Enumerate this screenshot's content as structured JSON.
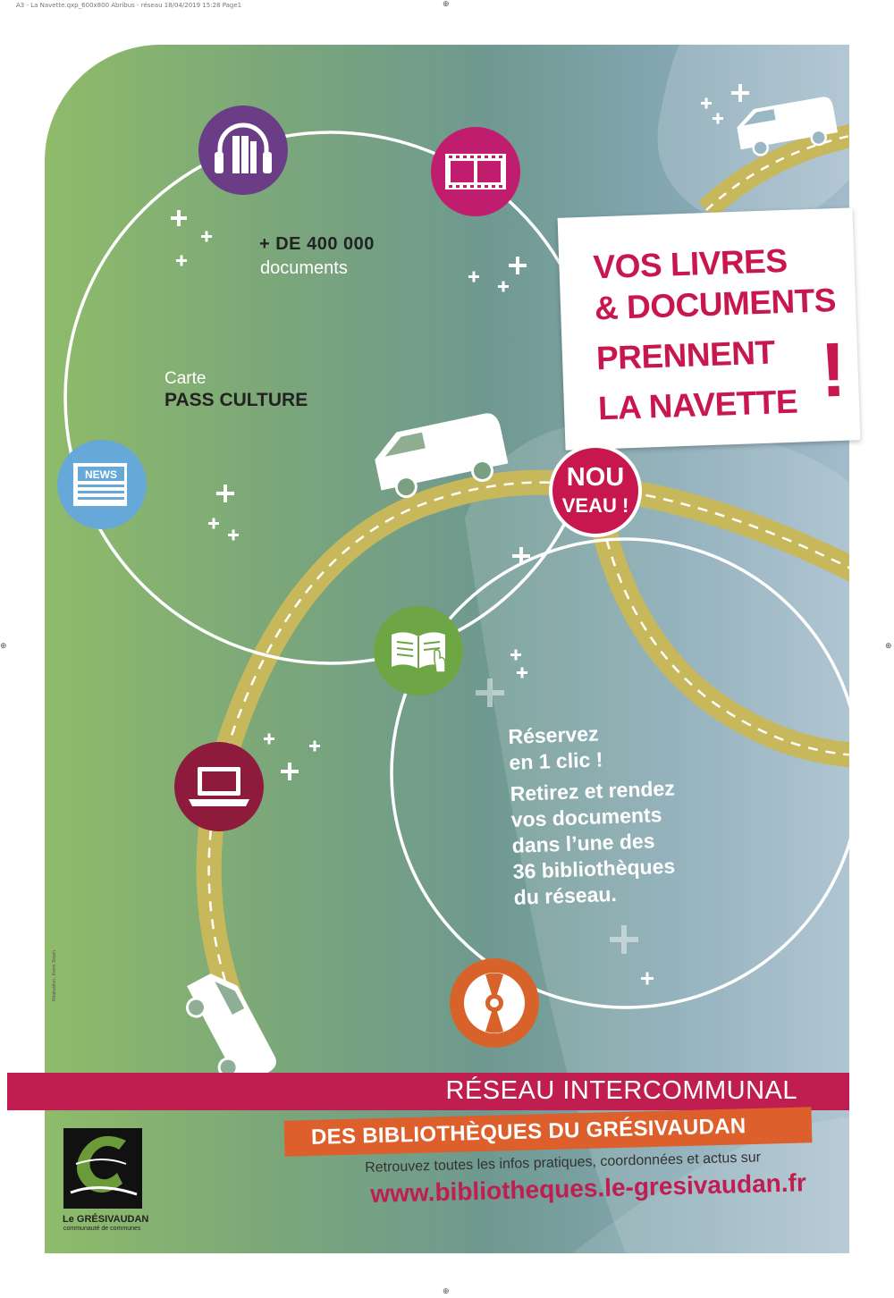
{
  "slug": "A3 - La Navette.qxp_600x800 Abribus - réseau 18/04/2019 15:28 Page1",
  "stat": {
    "number": "+ DE 400 000",
    "label": "documents"
  },
  "card": {
    "label": "Carte",
    "name": "PASS CULTURE"
  },
  "headline": {
    "lines": [
      "VOS LIVRES",
      "& DOCUMENTS",
      "PRENNENT",
      "LA NAVETTE"
    ],
    "mark": "!"
  },
  "badge": {
    "line1": "NOU",
    "line2": "VEAU !"
  },
  "icons": {
    "audio": "headphones-icon",
    "video": "film-strip-icon",
    "press": "newspaper-icon",
    "press_text": "NEWS",
    "ebook": "open-book-icon",
    "computer": "laptop-icon",
    "disc": "cd-disc-icon"
  },
  "promo": {
    "reserve": [
      "Réservez",
      "en 1 clic !"
    ],
    "pickup": [
      "Retirez et rendez",
      "vos documents",
      "dans l’une des",
      "36 bibliothèques",
      "du réseau."
    ]
  },
  "network": {
    "line1": "RÉSEAU INTERCOMMUNAL",
    "line2": "DES BIBLIOTHÈQUES DU GRÉSIVAUDAN"
  },
  "info": {
    "text": "Retrouvez toutes les infos pratiques, coordonnées et actus sur",
    "url": "www.bibliotheques.le-gresivaudan.fr"
  },
  "logo": {
    "name": "Le GRÉSIVAUDAN",
    "subtitle": "communauté de communes"
  },
  "credit": "Réalisation : Kevin Tessin",
  "colors": {
    "crimson": "#c8174f",
    "orange": "#dd5f2b",
    "purple": "#6b3d87",
    "magenta": "#c01d6f",
    "blue": "#66a9d8",
    "green": "#6ea545",
    "maroon": "#8e1a3c",
    "disc_orange": "#d8632a",
    "road": "#c8b85c"
  }
}
